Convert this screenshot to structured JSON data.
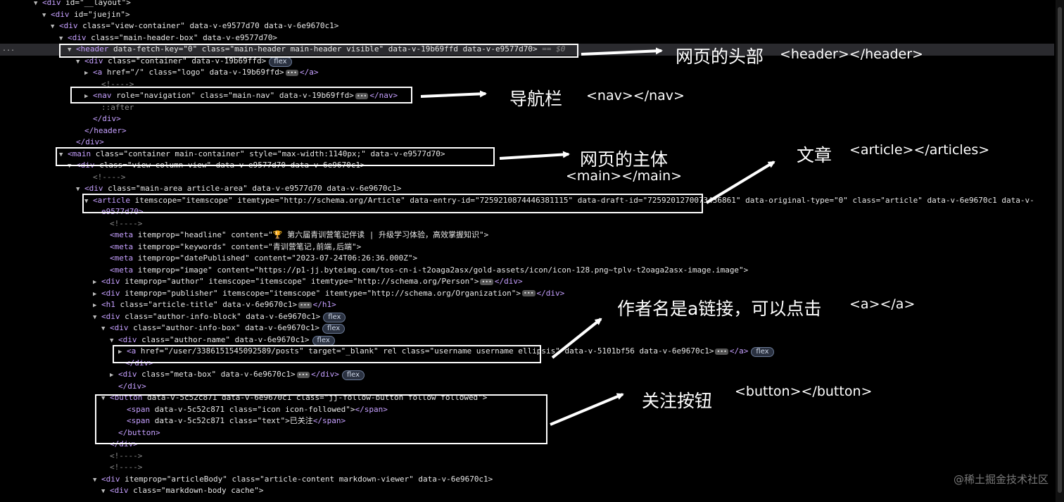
{
  "code_lines": [
    {
      "t": "<div id=\"__layout\">"
    },
    {
      "t": "<div id=\"juejin\">"
    },
    {
      "t": "<div class=\"view-container\" data-v-e9577d70 data-v-6e9670c1>"
    },
    {
      "t": "<div class=\"main-header-box\" data-v-e9577d70>"
    },
    {
      "t": "<header data-fetch-key=\"0\" class=\"main-header main-header visible\" data-v-19b69ffd data-v-e9577d70>",
      "suffix": "== $0"
    },
    {
      "t": "<div class=\"container\" data-v-19b69ffd>",
      "badge": "flex"
    },
    {
      "t": "<a href=\"/\" class=\"logo\" data-v-19b69ffd>",
      "close": "</a>"
    },
    {
      "t": "<!---->"
    },
    {
      "t": "<nav role=\"navigation\" class=\"main-nav\" data-v-19b69ffd>",
      "close": "</nav>"
    },
    {
      "t": "::after"
    },
    {
      "t": "</div>"
    },
    {
      "t": "</header>"
    },
    {
      "t": "</div>"
    },
    {
      "t": "<main class=\"container main-container\" style=\"max-width:1140px;\" data-v-e9577d70>"
    },
    {
      "t": "<div class=\"view-column-view\" data-v-e9577d70 data-v-6e9670c1>"
    },
    {
      "t": "<!---->"
    },
    {
      "t": "<div class=\"main-area article-area\" data-v-e9577d70 data-v-6e9670c1>"
    },
    {
      "t": "<article itemscope=\"itemscope\" itemtype=\"http://schema.org/Article\" data-entry-id=\"7259210874446381115\" data-draft-id=\"7259201270073436861\" data-original-type=\"0\" class=\"article\" data-v-6e9670c1 data-v-"
    },
    {
      "t": "e9577d70>"
    },
    {
      "t": "<!---->"
    },
    {
      "t": "<meta itemprop=\"headline\" content=\"🏆 第六届青训营笔记伴读 | 升级学习体验，高效掌握知识\">"
    },
    {
      "t": "<meta itemprop=\"keywords\" content=\"青训营笔记,前端,后端\">"
    },
    {
      "t": "<meta itemprop=\"datePublished\" content=\"2023-07-24T06:26:36.000Z\">"
    },
    {
      "t": "<meta itemprop=\"image\" content=\"https://p1-jj.byteimg.com/tos-cn-i-t2oaga2asx/gold-assets/icon/icon-128.png~tplv-t2oaga2asx-image.image\">"
    },
    {
      "t": "<div itemprop=\"author\" itemscope=\"itemscope\" itemtype=\"http://schema.org/Person\">",
      "close": "</div>"
    },
    {
      "t": "<div itemprop=\"publisher\" itemscope=\"itemscope\" itemtype=\"http://schema.org/Organization\">",
      "close": "</div>"
    },
    {
      "t": "<h1 class=\"article-title\" data-v-6e9670c1>",
      "close": "</h1>"
    },
    {
      "t": "<div class=\"author-info-block\" data-v-6e9670c1>",
      "badge": "flex"
    },
    {
      "t": "<div class=\"author-info-box\" data-v-6e9670c1>",
      "badge": "flex"
    },
    {
      "t": "<div class=\"author-name\" data-v-6e9670c1>",
      "badge": "flex"
    },
    {
      "t": "<a href=\"/user/3386151545092589/posts\" target=\"_blank\" rel class=\"username username ellipsis\" data-v-5101bf56 data-v-6e9670c1>",
      "close": "</a>",
      "badge": "flex"
    },
    {
      "t": "</div>"
    },
    {
      "t": "<div class=\"meta-box\" data-v-6e9670c1>",
      "close": "</div>",
      "badge": "flex"
    },
    {
      "t": "</div>"
    },
    {
      "t": "<button data-v-5c52c871 data-v-6e9670c1 class=\"jj-follow-button follow followed\">"
    },
    {
      "t": "<span data-v-5c52c871 class=\"icon icon-followed\"></span>"
    },
    {
      "t": "<span data-v-5c52c871 class=\"text\">已关注</span>"
    },
    {
      "t": "</button>"
    },
    {
      "t": "</div>"
    },
    {
      "t": "<!---->"
    },
    {
      "t": "<!---->"
    },
    {
      "t": "<div itemprop=\"articleBody\" class=\"article-content markdown-viewer\" data-v-6e9670c1>"
    },
    {
      "t": "<div class=\"markdown-body cache\">"
    }
  ],
  "annotations": {
    "header_cn": "网页的头部",
    "header_en": "<header></header>",
    "nav_cn": "导航栏",
    "nav_en": "<nav></nav>",
    "main_cn": "网页的主体",
    "main_en": "<main></main>",
    "article_cn": "文章",
    "article_en": "<article></articles>",
    "author_cn": "作者名是a链接，可以点击",
    "author_en": "<a></a>",
    "button_cn": "关注按钮",
    "button_en": "<button></button>"
  },
  "gutter_dots": "...",
  "watermark": "@稀土掘金技术社区"
}
